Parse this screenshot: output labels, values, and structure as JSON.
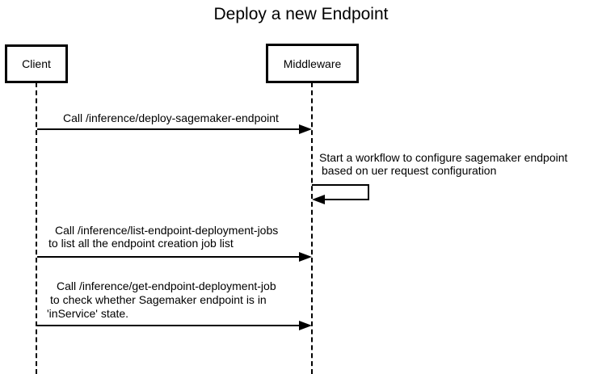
{
  "title": "Deploy a new Endpoint",
  "actors": [
    {
      "label": "Client"
    },
    {
      "label": "Middleware"
    }
  ],
  "messages": [
    {
      "from": "Client",
      "to": "Middleware",
      "type": "solid-arrow",
      "lines": [
        "Call /inference/deploy-sagemaker-endpoint"
      ]
    },
    {
      "from": "Middleware",
      "to": "Middleware",
      "type": "self-arrow",
      "lines": [
        "Start a workflow to configure sagemaker endpoint",
        "based on uer request configuration"
      ]
    },
    {
      "from": "Client",
      "to": "Middleware",
      "type": "solid-arrow",
      "lines": [
        "Call /inference/list-endpoint-deployment-jobs",
        "to list all the endpoint creation job list"
      ]
    },
    {
      "from": "Client",
      "to": "Middleware",
      "type": "solid-arrow",
      "lines": [
        "Call /inference/get-endpoint-deployment-job",
        "to check whether Sagemaker endpoint is in",
        "'inService' state."
      ]
    }
  ],
  "colors": {
    "line": "#000000",
    "background": "#ffffff",
    "text": "#000000"
  }
}
